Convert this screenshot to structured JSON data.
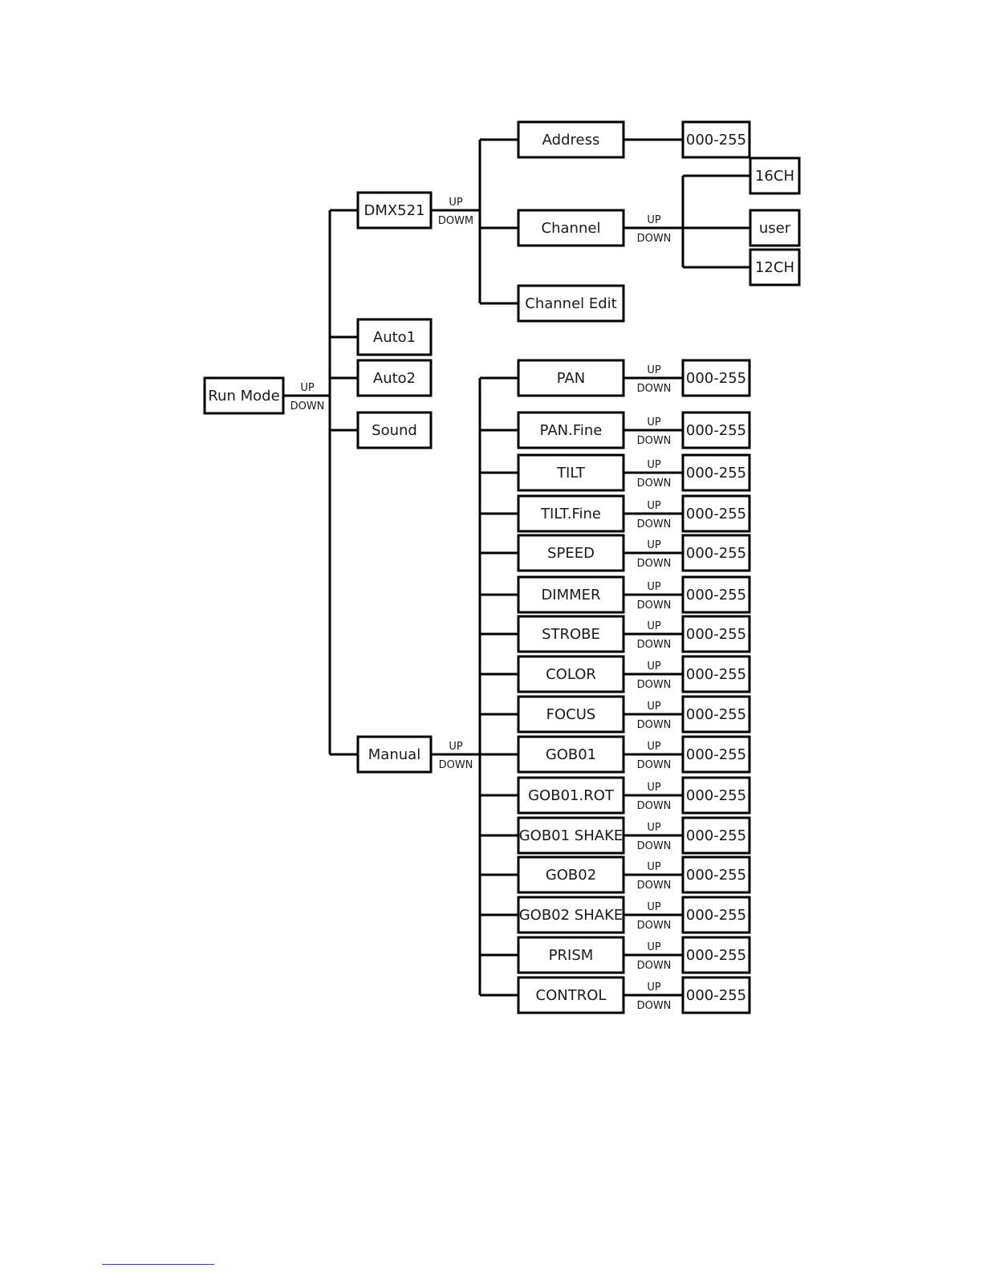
{
  "nodes": {
    "run_mode": "Run Mode",
    "dmx": "DMX521",
    "auto1": "Auto1",
    "auto2": "Auto2",
    "sound": "Sound",
    "manual": "Manual",
    "address": "Address",
    "address_range": "000-255",
    "channel": "Channel",
    "channel_edit": "Channel Edit",
    "ch16": "16CH",
    "user": "user",
    "ch12": "12CH"
  },
  "arrows": {
    "run_mode": [
      "UP",
      "DOWN"
    ],
    "dmx": [
      "UP",
      "DOWM"
    ],
    "channel": [
      "UP",
      "DOWN"
    ],
    "manual": [
      "UP",
      "DOWN"
    ]
  },
  "manual_items": [
    {
      "label": "PAN",
      "range": "000-255",
      "up": "UP",
      "down": "DOWN"
    },
    {
      "label": "PAN.Fine",
      "range": "000-255",
      "up": "UP",
      "down": "DOWN"
    },
    {
      "label": "TILT",
      "range": "000-255",
      "up": "UP",
      "down": "DOWN"
    },
    {
      "label": "TILT.Fine",
      "range": "000-255",
      "up": "UP",
      "down": "DOWN"
    },
    {
      "label": "SPEED",
      "range": "000-255",
      "up": "UP",
      "down": "DOWN"
    },
    {
      "label": "DIMMER",
      "range": "000-255",
      "up": "UP",
      "down": "DOWN"
    },
    {
      "label": "STROBE",
      "range": "000-255",
      "up": "UP",
      "down": "DOWN"
    },
    {
      "label": "COLOR",
      "range": "000-255",
      "up": "UP",
      "down": "DOWN"
    },
    {
      "label": "FOCUS",
      "range": "000-255",
      "up": "UP",
      "down": "DOWN"
    },
    {
      "label": "GOB01",
      "range": "000-255",
      "up": "UP",
      "down": "DOWN"
    },
    {
      "label": "GOB01.ROT",
      "range": "000-255",
      "up": "UP",
      "down": "DOWN"
    },
    {
      "label": "GOB01 SHAKE",
      "range": "000-255",
      "up": "UP",
      "down": "DOWN"
    },
    {
      "label": "GOB02",
      "range": "000-255",
      "up": "UP",
      "down": "DOWN"
    },
    {
      "label": "GOB02 SHAKE",
      "range": "000-255",
      "up": "UP",
      "down": "DOWN"
    },
    {
      "label": "PRISM",
      "range": "000-255",
      "up": "UP",
      "down": "DOWN"
    },
    {
      "label": "CONTROL",
      "range": "000-255",
      "up": "UP",
      "down": "DOWN"
    }
  ]
}
